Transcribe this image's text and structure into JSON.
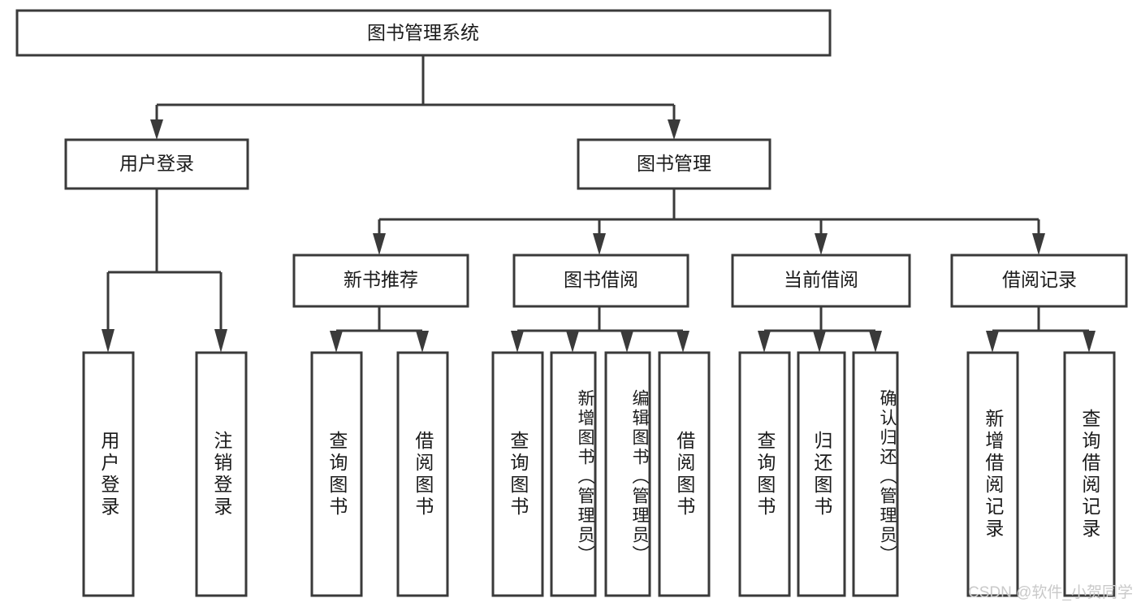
{
  "diagram": {
    "title": "图书管理系统",
    "type": "tree-hierarchy-chart",
    "root": {
      "id": "root",
      "label": "图书管理系统"
    },
    "level2": [
      {
        "id": "user-login",
        "label": "用户登录"
      },
      {
        "id": "book-manage",
        "label": "图书管理"
      }
    ],
    "level3": [
      {
        "id": "new-book-recommend",
        "label": "新书推荐",
        "parent": "book-manage"
      },
      {
        "id": "book-borrow",
        "label": "图书借阅",
        "parent": "book-manage"
      },
      {
        "id": "current-borrow",
        "label": "当前借阅",
        "parent": "book-manage"
      },
      {
        "id": "borrow-record",
        "label": "借阅记录",
        "parent": "book-manage"
      }
    ],
    "leaves": [
      {
        "id": "leaf-user-login",
        "label": "用户登录",
        "parent": "user-login"
      },
      {
        "id": "leaf-logout-login",
        "label": "注销登录",
        "parent": "user-login"
      },
      {
        "id": "leaf-query-book-1",
        "label": "查询图书",
        "parent": "new-book-recommend"
      },
      {
        "id": "leaf-borrow-book-1",
        "label": "借阅图书",
        "parent": "new-book-recommend"
      },
      {
        "id": "leaf-query-book-2",
        "label": "查询图书",
        "parent": "book-borrow"
      },
      {
        "id": "leaf-add-book",
        "label": "新增图书（管理员）",
        "parent": "book-borrow"
      },
      {
        "id": "leaf-edit-book",
        "label": "编辑图书（管理员）",
        "parent": "book-borrow"
      },
      {
        "id": "leaf-borrow-book-2",
        "label": "借阅图书",
        "parent": "book-borrow"
      },
      {
        "id": "leaf-query-book-3",
        "label": "查询图书",
        "parent": "current-borrow"
      },
      {
        "id": "leaf-return-book",
        "label": "归还图书",
        "parent": "current-borrow"
      },
      {
        "id": "leaf-confirm-return",
        "label": "确认归还（管理员）",
        "parent": "current-borrow"
      },
      {
        "id": "leaf-add-record",
        "label": "新增借阅记录",
        "parent": "borrow-record"
      },
      {
        "id": "leaf-query-record",
        "label": "查询借阅记录",
        "parent": "borrow-record"
      }
    ],
    "colors": {
      "box_stroke": "#3a3a3a",
      "box_fill": "#ffffff",
      "text": "#1a1a1a",
      "background": "#ffffff",
      "watermark": "#c9c9c9"
    }
  },
  "watermark": {
    "text": "CSDN @软件_小贺同学"
  }
}
